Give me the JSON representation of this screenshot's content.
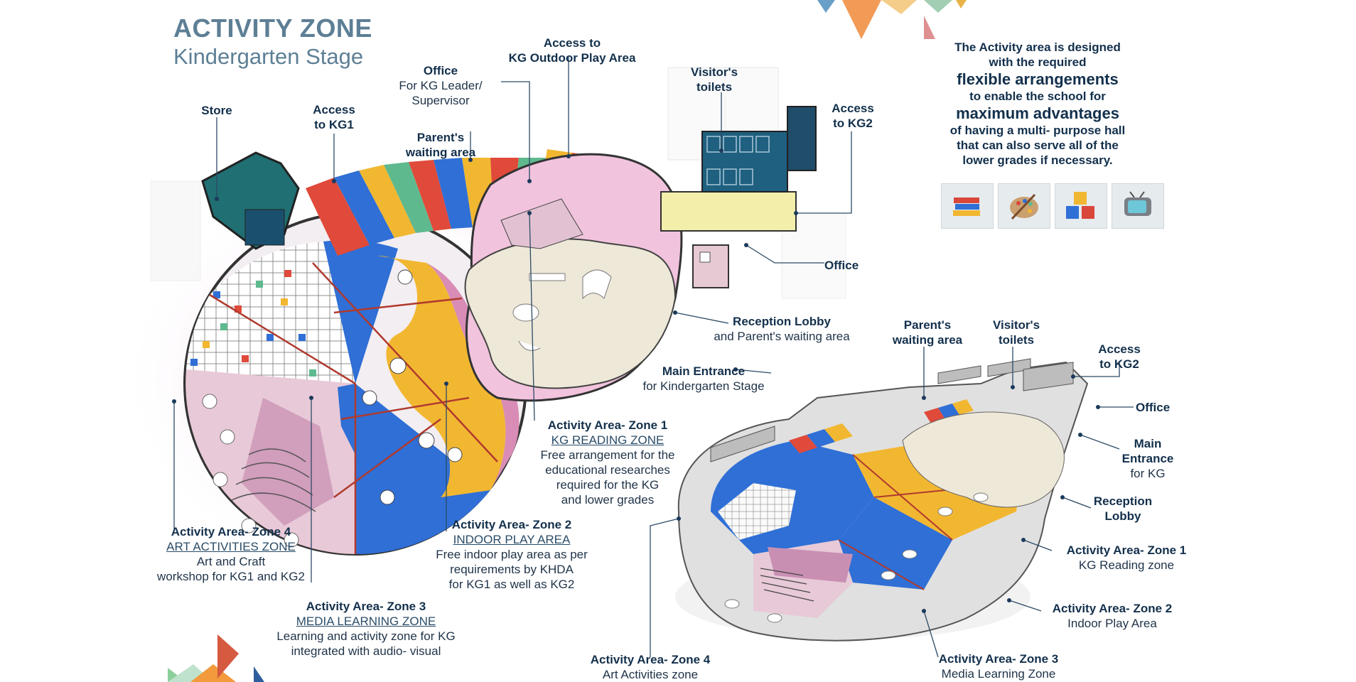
{
  "title": {
    "main": "ACTIVITY ZONE",
    "sub": "Kindergarten Stage"
  },
  "intro": {
    "line1": "The Activity area is designed",
    "line2": "with the required",
    "emph1": "flexible arrangements",
    "line3": "to enable the school for",
    "emph2": "maximum advantages",
    "line4": "of having a multi- purpose hall",
    "line5": "that can also serve all of the",
    "line6": "lower grades if necessary."
  },
  "icons": [
    "books-icon",
    "palette-icon",
    "abc-blocks-icon",
    "tv-icon"
  ],
  "plan_labels": {
    "store": "Store",
    "access_kg1": {
      "l1": "Access",
      "l2": "to KG1"
    },
    "office_top": {
      "l1": "Office",
      "l2": "For KG Leader/",
      "l3": "Supervisor"
    },
    "outdoor": {
      "l1": "Access to",
      "l2": "KG Outdoor Play Area"
    },
    "parents": {
      "l1": "Parent's",
      "l2": "waiting area"
    },
    "visitors": {
      "l1": "Visitor's",
      "l2": "toilets"
    },
    "access_kg2": {
      "l1": "Access",
      "l2": "to KG2"
    },
    "office_right": "Office",
    "reception": {
      "l1": "Reception Lobby",
      "l2": "and Parent's waiting area"
    },
    "main_entrance": {
      "l1": "Main Entrance",
      "l2": "for Kindergarten Stage"
    },
    "zone1": {
      "l1": "Activity Area- Zone 1",
      "l2": "KG READING ZONE",
      "l3": "Free arrangement for the",
      "l4": "educational researches",
      "l5": "required for the KG",
      "l6": "and lower grades"
    },
    "zone2": {
      "l1": "Activity Area- Zone 2",
      "l2": "INDOOR PLAY AREA",
      "l3": "Free indoor play area as per",
      "l4": "requirements by KHDA",
      "l5": "for KG1 as well as KG2"
    },
    "zone3": {
      "l1": "Activity Area- Zone 3",
      "l2": "MEDIA LEARNING ZONE",
      "l3": "Learning and activity zone for KG",
      "l4": "integrated with audio- visual"
    },
    "zone4": {
      "l1": "Activity Area- Zone 4",
      "l2": "ART ACTIVITIES ZONE",
      "l3": "Art and Craft",
      "l4": "workshop for KG1 and KG2"
    }
  },
  "iso_labels": {
    "parents": {
      "l1": "Parent's",
      "l2": "waiting area"
    },
    "visitors": {
      "l1": "Visitor's",
      "l2": "toilets"
    },
    "access_kg2": {
      "l1": "Access",
      "l2": "to KG2"
    },
    "office": "Office",
    "main_entrance": {
      "l1": "Main",
      "l2": "Entrance",
      "l3": "for KG"
    },
    "reception": {
      "l1": "Reception",
      "l2": "Lobby"
    },
    "zone1": {
      "l1": "Activity Area- Zone 1",
      "l2": "KG Reading zone"
    },
    "zone2": {
      "l1": "Activity Area- Zone 2",
      "l2": "Indoor Play Area"
    },
    "zone3": {
      "l1": "Activity Area- Zone 3",
      "l2": "Media Learning Zone"
    },
    "zone4": {
      "l1": "Activity Area- Zone 4",
      "l2": "Art Activities zone"
    }
  },
  "colors": {
    "label_text": "#1f3348",
    "leader": "#2c4a66",
    "blue": "#2f6fd6",
    "yellow": "#f2b731",
    "pink": "#d98cb5",
    "teal": "#1f6f73",
    "cream": "#eee8d8",
    "red": "#d9473a",
    "green": "#5fb98f"
  }
}
